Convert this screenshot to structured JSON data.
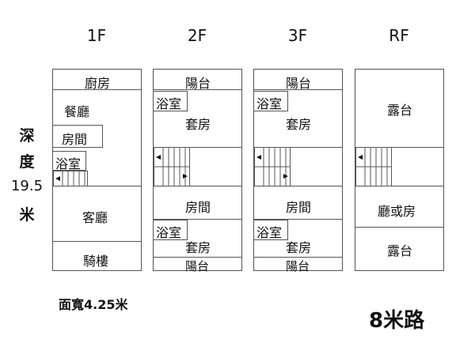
{
  "floors": {
    "f1": {
      "title": "1F",
      "rooms": {
        "kitchen": "廚房",
        "dining": "餐廳",
        "bedroom": "房間",
        "bath": "浴室",
        "living": "客廳",
        "arcade": "騎樓"
      }
    },
    "f2": {
      "title": "2F",
      "rooms": {
        "balcony_top": "陽台",
        "bath_top": "浴室",
        "suite_top": "套房",
        "bedroom": "房間",
        "bath_bottom": "浴室",
        "suite_bottom": "套房",
        "balcony_bottom": "陽台"
      }
    },
    "f3": {
      "title": "3F",
      "rooms": {
        "balcony_top": "陽台",
        "bath_top": "浴室",
        "suite_top": "套房",
        "bedroom": "房間",
        "bath_bottom": "浴室",
        "suite_bottom": "套房",
        "balcony_bottom": "陽台"
      }
    },
    "rf": {
      "title": "RF",
      "rooms": {
        "terrace_top": "露台",
        "hall_or_room": "廳或房",
        "terrace_bottom": "露台"
      }
    }
  },
  "depth_label": {
    "line1": "深",
    "line2": "度",
    "line3": "19.5",
    "line4": "米"
  },
  "width_label": "面寬4.25米",
  "road_label": "8米路"
}
